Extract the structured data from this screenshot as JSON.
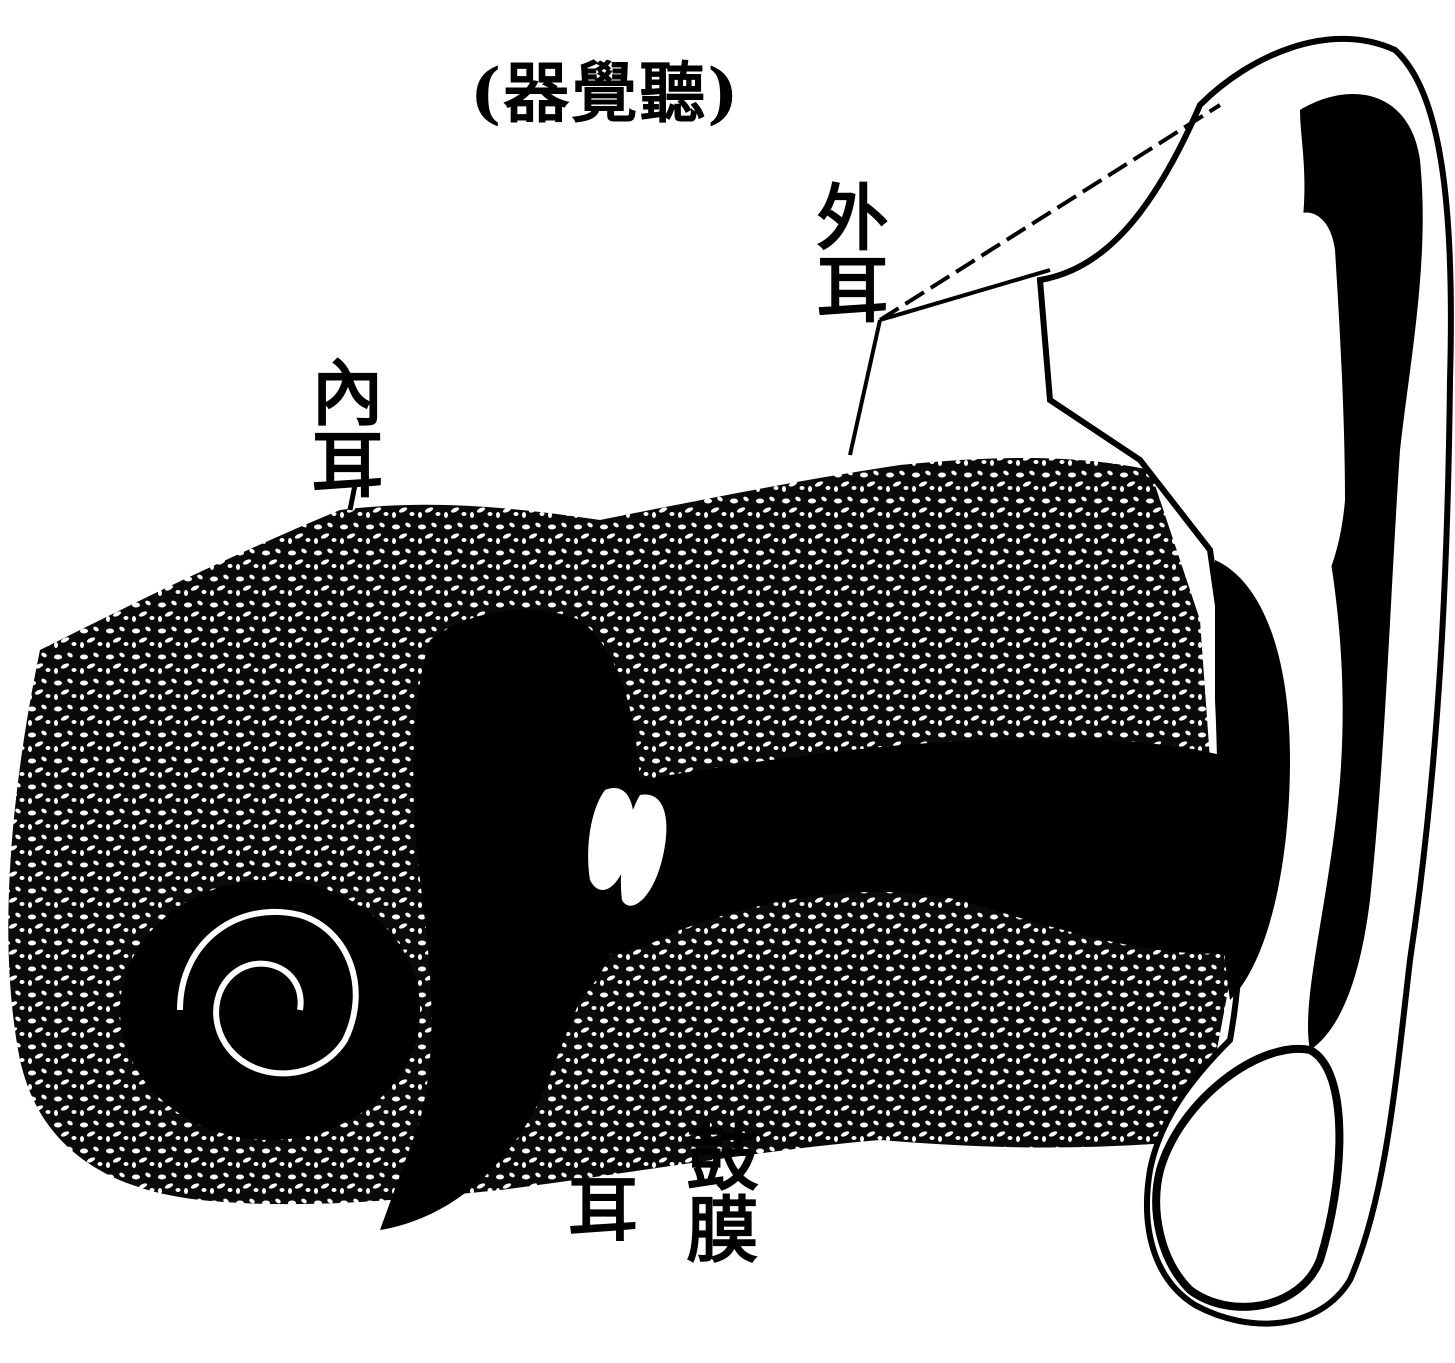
{
  "title": "(器覺聽)",
  "labels": {
    "outer_ear": "外耳",
    "inner_ear": "內耳",
    "ear": "耳",
    "eardrum": "鼓膜"
  },
  "colors": {
    "ink": "#000000",
    "paper": "#ffffff"
  }
}
